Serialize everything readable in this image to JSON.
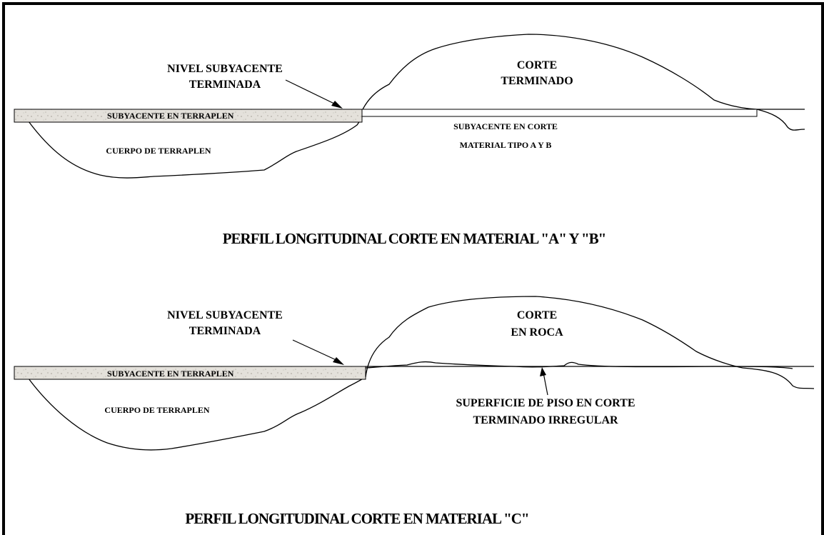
{
  "profile_a": {
    "label_nivel_1": "NIVEL SUBYACENTE",
    "label_nivel_2": "TERMINADA",
    "label_corte_1": "CORTE",
    "label_corte_2": "TERMINADO",
    "band_label": "SUBYACENTE EN TERRAPLEN",
    "cut_label_1": "SUBYACENTE EN CORTE",
    "cut_label_2": "MATERIAL TIPO A Y B",
    "fill_label": "CUERPO DE TERRAPLEN",
    "title": "PERFIL LONGITUDINAL CORTE EN MATERIAL \"A\" Y \"B\""
  },
  "profile_c": {
    "label_nivel_1": "NIVEL SUBYACENTE",
    "label_nivel_2": "TERMINADA",
    "label_corte_1": "CORTE",
    "label_corte_2": "EN ROCA",
    "band_label": "SUBYACENTE EN TERRAPLEN",
    "floor_label_1": "SUPERFICIE DE PISO EN CORTE",
    "floor_label_2": "TERMINADO IRREGULAR",
    "fill_label": "CUERPO DE TERRAPLEN",
    "title": "PERFIL LONGITUDINAL CORTE EN MATERIAL \"C\""
  },
  "colors": {
    "border": "#000000",
    "band_fill": "#d9d6d0"
  }
}
